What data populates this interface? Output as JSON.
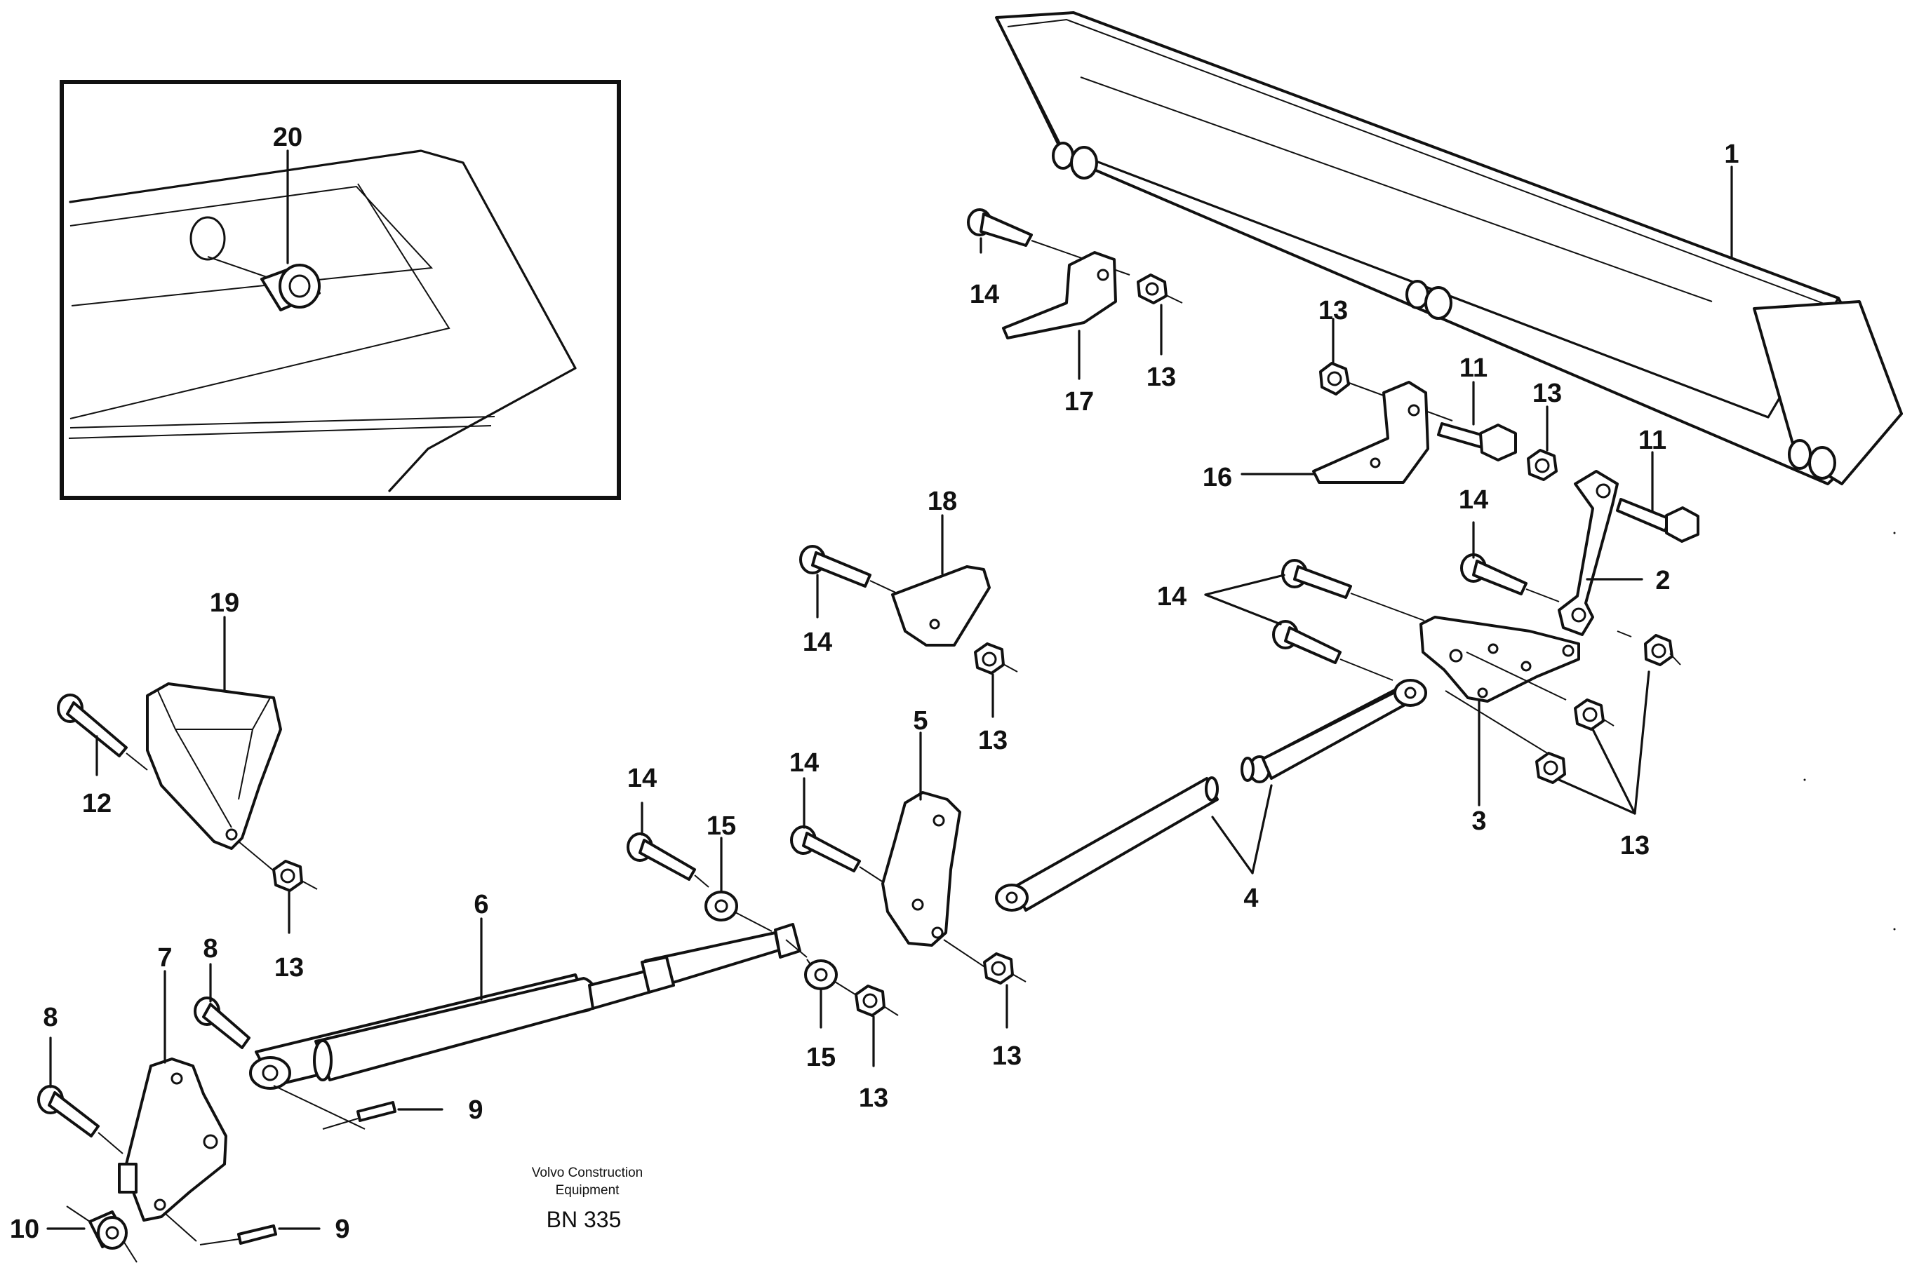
{
  "caption": {
    "line1": "Volvo Construction",
    "line2": "Equipment",
    "code": "BN 335"
  },
  "callouts": {
    "c1": "1",
    "c2": "2",
    "c3": "3",
    "c4": "4",
    "c5": "5",
    "c6": "6",
    "c7": "7",
    "c8a": "8",
    "c8b": "8",
    "c9a": "9",
    "c9b": "9",
    "c10": "10",
    "c11a": "11",
    "c11b": "11",
    "c12": "12",
    "c13a": "13",
    "c13b": "13",
    "c13c": "13",
    "c13d": "13",
    "c13e": "13",
    "c13f": "13",
    "c13g": "13",
    "c13h": "13",
    "c14a": "14",
    "c14b": "14",
    "c14c": "14",
    "c14d": "14",
    "c14e": "14",
    "c14f": "14",
    "c15a": "15",
    "c15b": "15",
    "c16": "16",
    "c17": "17",
    "c18": "18",
    "c19": "19",
    "c20": "20"
  }
}
